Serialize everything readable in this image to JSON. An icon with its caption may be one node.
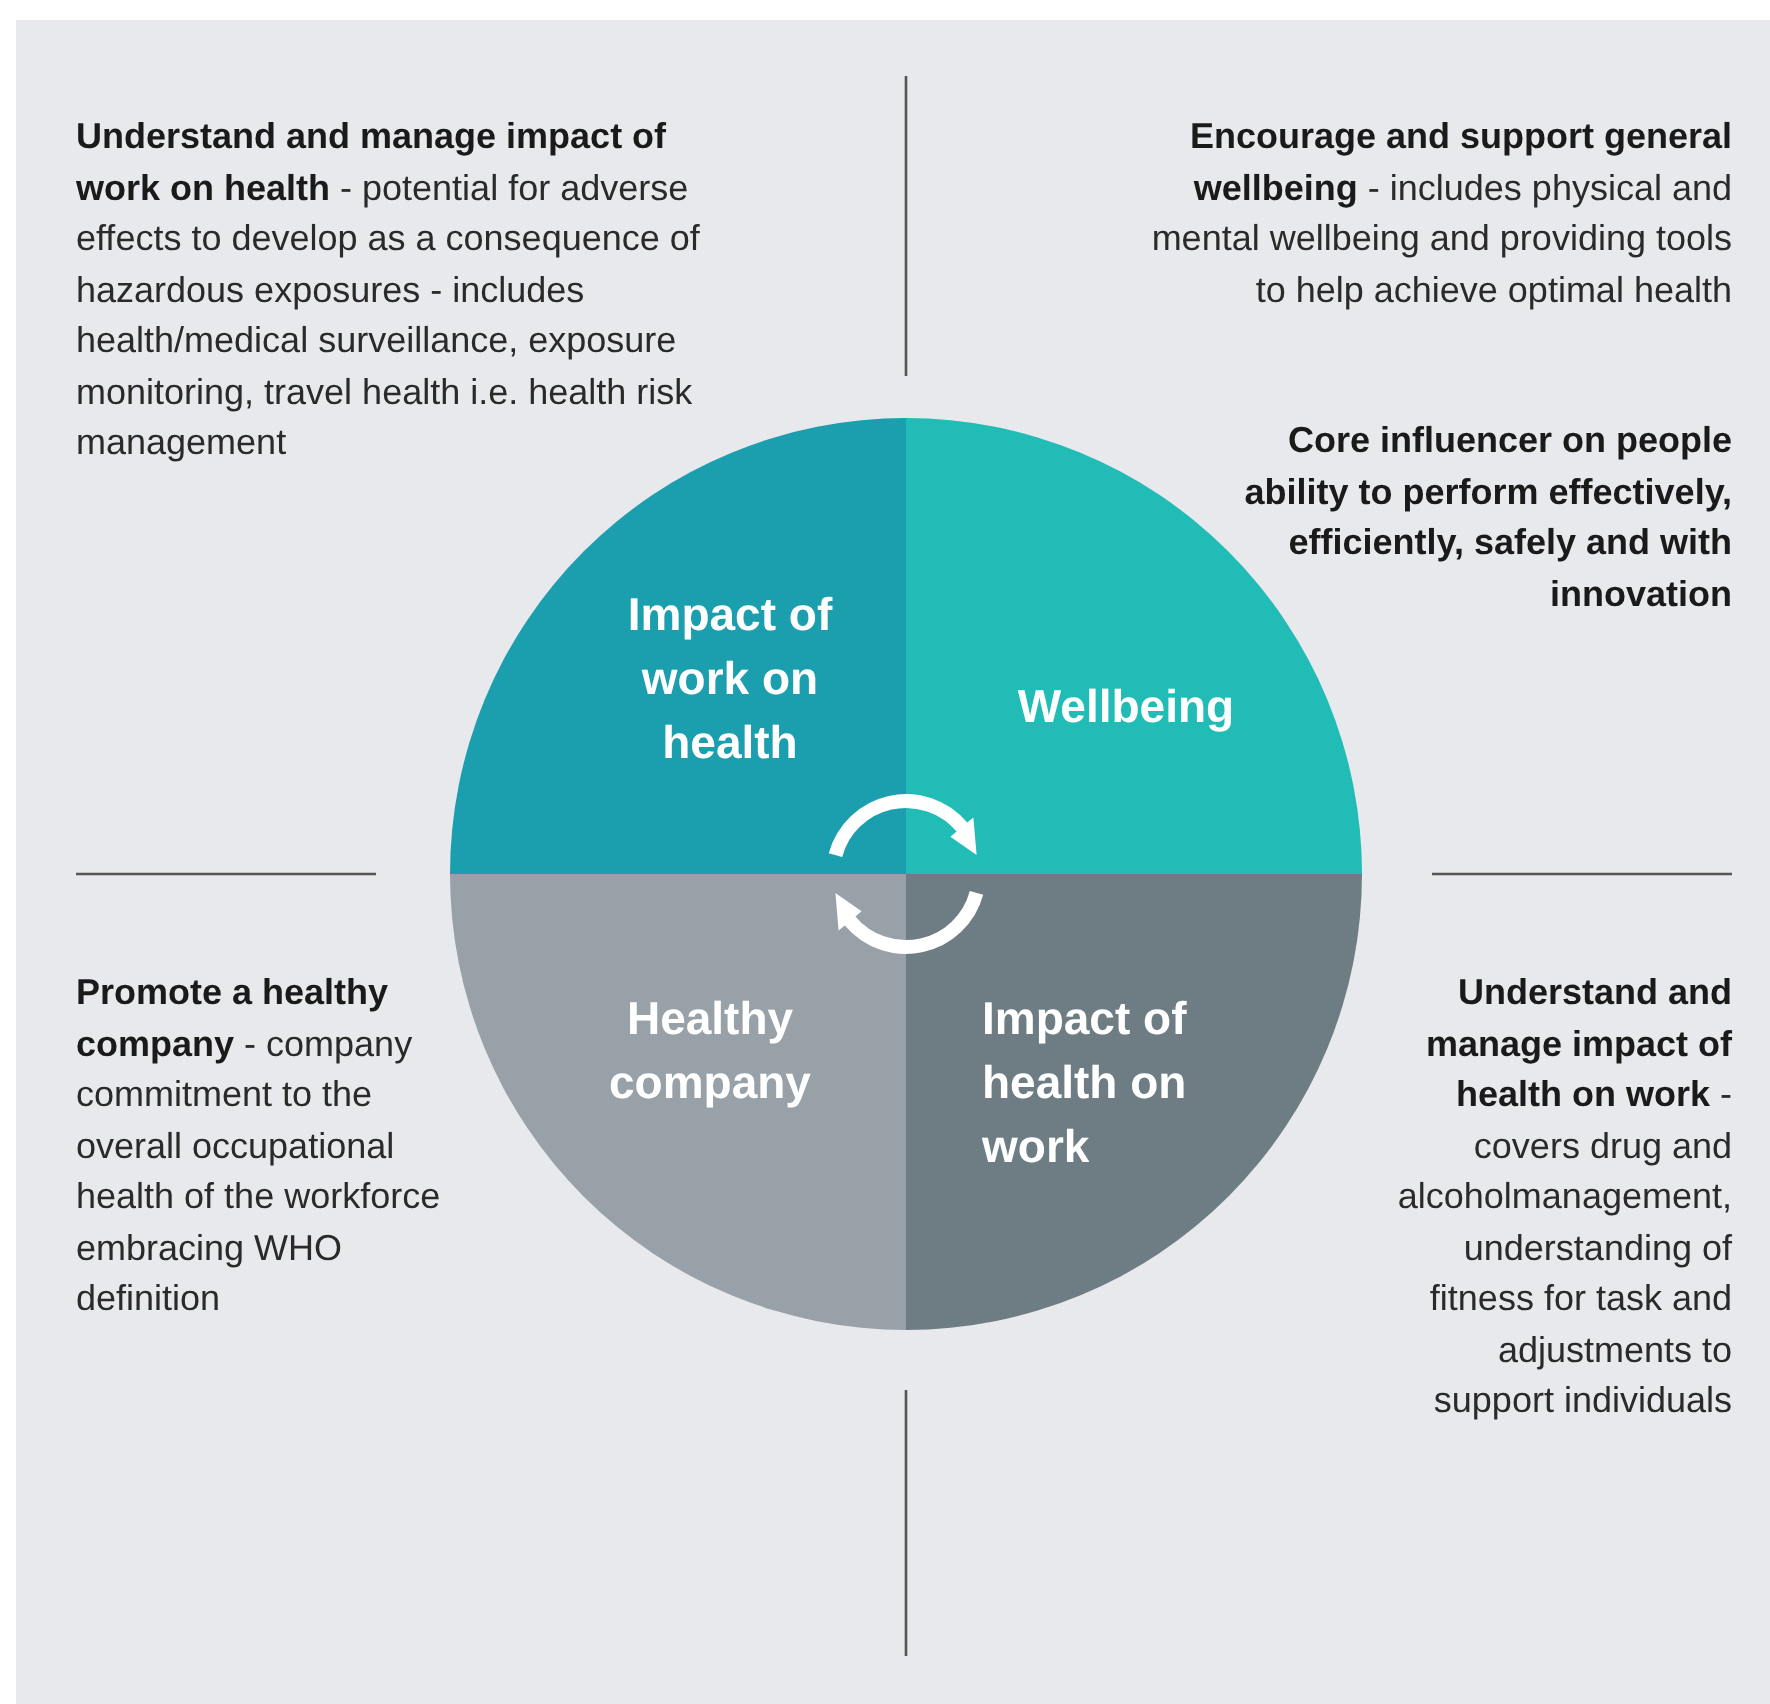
{
  "diagram": {
    "nodes": [
      {
        "text": [
          "Impact of work on health"
        ]
      },
      {
        "text": [
          "Wellbeing"
        ]
      },
      {
        "text": [
          "Healthy company"
        ]
      },
      {
        "text": [
          "Impact of health on work"
        ]
      }
    ],
    "labels": [
      "**Understand and manage impact of work on health** - potential for adverse effects to develop as a consequence of hazardous exposures - includes health/medical surveillance, exposure monitoring, travel health i.e. health risk management",
      "**Encourage and support general wellbeing** - includes physical and mental wellbeing and providing tools to help achieve optimal health",
      "Core influencer on people ability to perform effectively, efficiently, safely and with innovation",
      "**Promote a healthy company** - company commitment to the overall occupational health of the workforce embracing WHO definition",
      "**Understand and manage impact of health on work** - covers drug and alcoholmanagement, understanding of fitness for task and adjustments to support individuals"
    ]
  }
}
